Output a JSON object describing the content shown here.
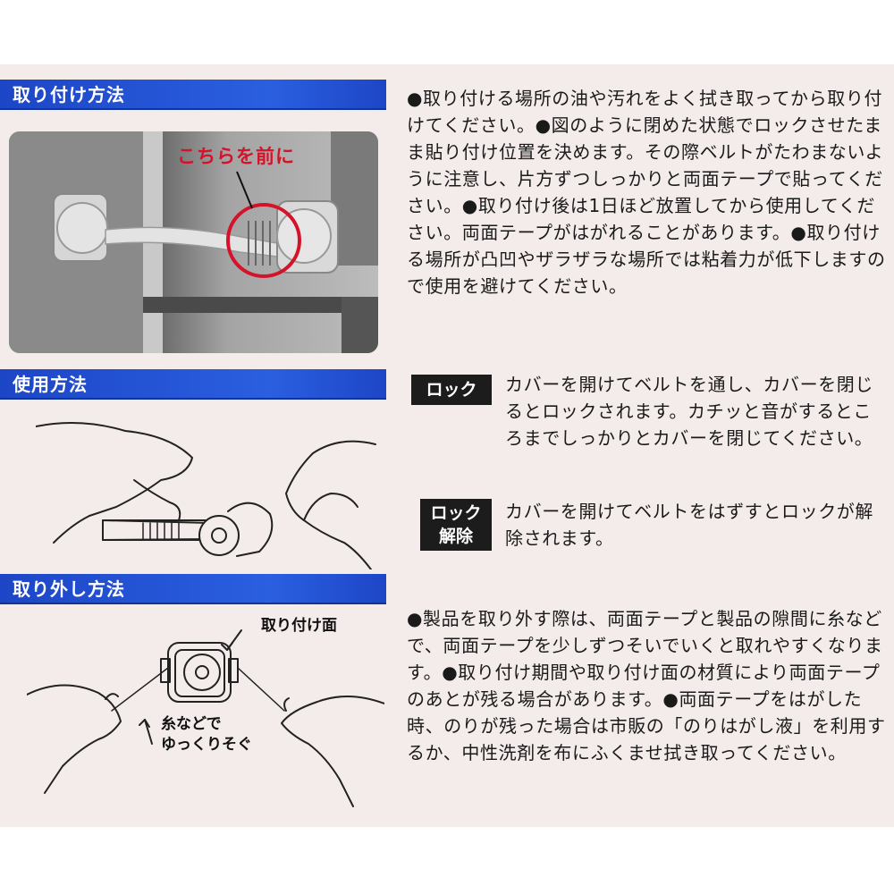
{
  "sections": {
    "install": {
      "title": "取り付け方法",
      "callout": "こちらを前に",
      "text": "●取り付ける場所の油や汚れをよく拭き取ってから取り付けてください。●図のように閉めた状態でロックさせたまま貼り付け位置を決めます。その際ベルトがたわまないように注意し、片方ずつしっかりと両面テープで貼ってください。●取り付け後は1日ほど放置してから使用してください。両面テープがはがれることがあります。●取り付ける場所が凸凹やザラザラな場所では粘着力が低下しますので使用を避けてください。"
    },
    "usage": {
      "title": "使用方法",
      "lock_label": "ロック",
      "lock_text": "カバーを開けてベルトを通し、カバーを閉じるとロックされます。カチッと音がするところまでしっかりとカバーを閉じてください。",
      "unlock_label_1": "ロック",
      "unlock_label_2": "解除",
      "unlock_text": "カバーを開けてベルトをはずすとロックが解除されます。"
    },
    "removal": {
      "title": "取り外し方法",
      "callout_surface": "取り付け面",
      "callout_thread_1": "糸などで",
      "callout_thread_2": "ゆっくりそぐ",
      "text": "●製品を取り外す際は、両面テープと製品の隙間に糸などで、両面テープを少しずつそいでいくと取れやすくなります。●取り付け期間や取り付け面の材質により両面テープのあとが残る場合があります。●両面テープをはがした時、のりが残った場合は市販の「のりはがし液」を利用するか、中性洗剤を布にふくませ拭き取ってください。"
    }
  },
  "colors": {
    "header_blue": "#1f4fcf",
    "panel_bg": "#f3ecea",
    "label_black": "#1c1c1c",
    "callout_red": "#d4122a"
  }
}
